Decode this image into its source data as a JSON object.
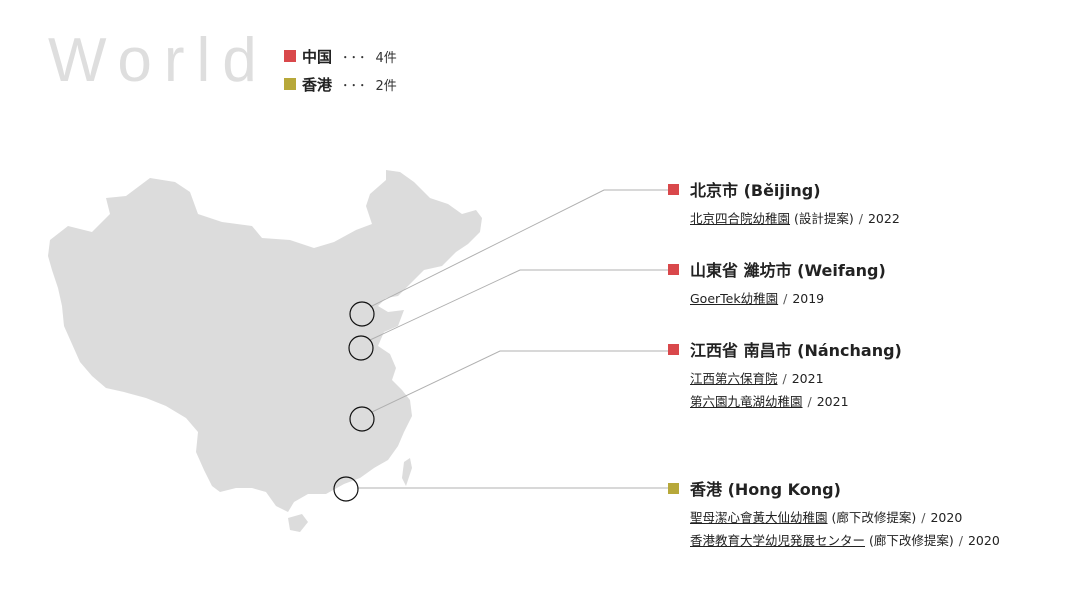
{
  "title": "World",
  "legend": [
    {
      "name": "中国",
      "dots": "･･･",
      "count": "4件",
      "color": "#d9484b"
    },
    {
      "name": "香港",
      "dots": "･･･",
      "count": "2件",
      "color": "#b7a83a"
    }
  ],
  "locations": [
    {
      "name": "北京市 (Běijing)",
      "color": "#d9484b",
      "projects": [
        {
          "link": "北京四合院幼稚園",
          "note": " (設計提案)",
          "sep": "/",
          "year": "2022"
        }
      ]
    },
    {
      "name": "山東省 濰坊市 (Weifang)",
      "color": "#d9484b",
      "projects": [
        {
          "link": "GoerTek幼稚園",
          "note": "",
          "sep": "/",
          "year": "2019"
        }
      ]
    },
    {
      "name": "江西省 南昌市 (Nánchang)",
      "color": "#d9484b",
      "projects": [
        {
          "link": "江西第六保育院",
          "note": "",
          "sep": "/",
          "year": "2021"
        },
        {
          "link": "第六園九竜湖幼稚園",
          "note": "",
          "sep": "/",
          "year": "2021"
        }
      ]
    },
    {
      "name": "香港 (Hong Kong)",
      "color": "#b7a83a",
      "projects": [
        {
          "link": "聖母潔心會黃大仙幼稚園",
          "note": " (廊下改修提案)",
          "sep": "/",
          "year": "2020"
        },
        {
          "link": "香港教育大学幼児発展センター",
          "note": " (廊下改修提案)",
          "sep": "/",
          "year": "2020"
        }
      ]
    }
  ]
}
